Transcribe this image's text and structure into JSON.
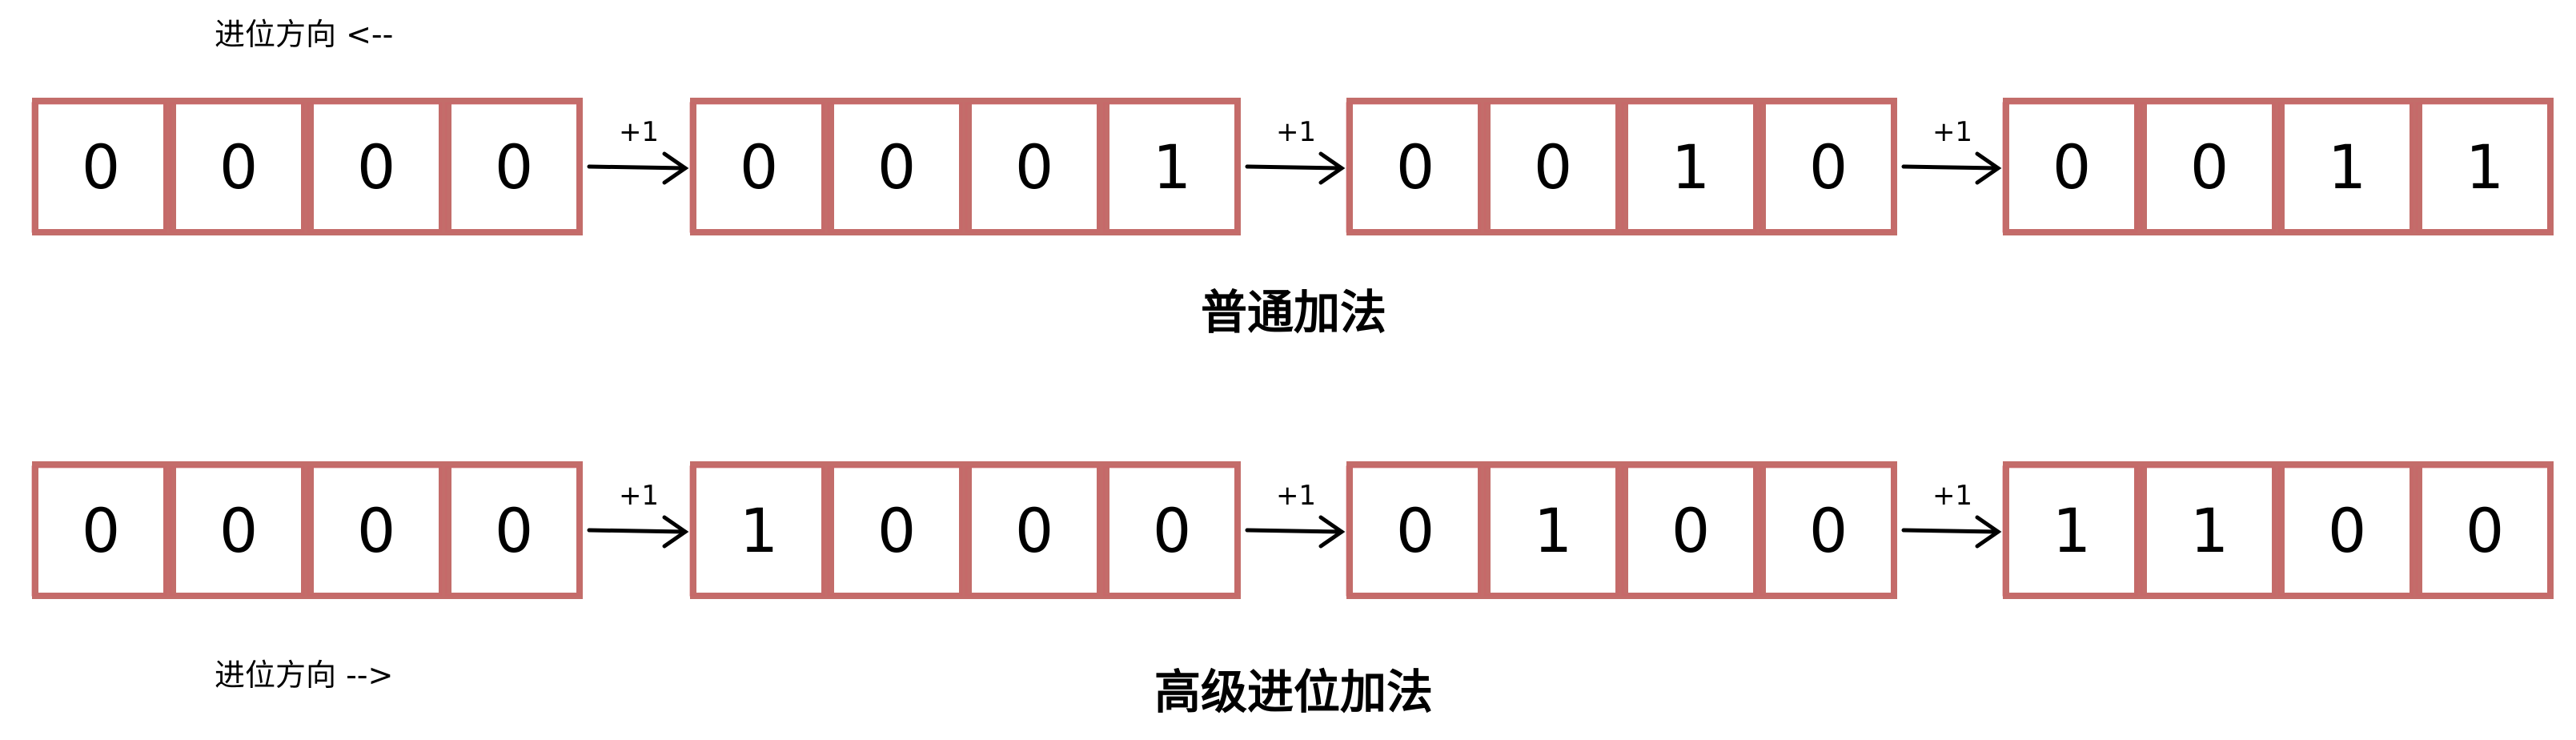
{
  "colors": {
    "cell_border": "#b85450",
    "text": "#000000",
    "background": "#ffffff"
  },
  "rows": [
    {
      "direction_note": "进位方向 <--",
      "caption": "普通加法",
      "step_label": "+1",
      "groups": [
        [
          "0",
          "0",
          "0",
          "0"
        ],
        [
          "0",
          "0",
          "0",
          "1"
        ],
        [
          "0",
          "0",
          "1",
          "0"
        ],
        [
          "0",
          "0",
          "1",
          "1"
        ]
      ]
    },
    {
      "direction_note": "进位方向 -->",
      "caption": "高级进位加法",
      "step_label": "+1",
      "groups": [
        [
          "0",
          "0",
          "0",
          "0"
        ],
        [
          "1",
          "0",
          "0",
          "0"
        ],
        [
          "0",
          "1",
          "0",
          "0"
        ],
        [
          "1",
          "1",
          "0",
          "0"
        ]
      ]
    }
  ]
}
